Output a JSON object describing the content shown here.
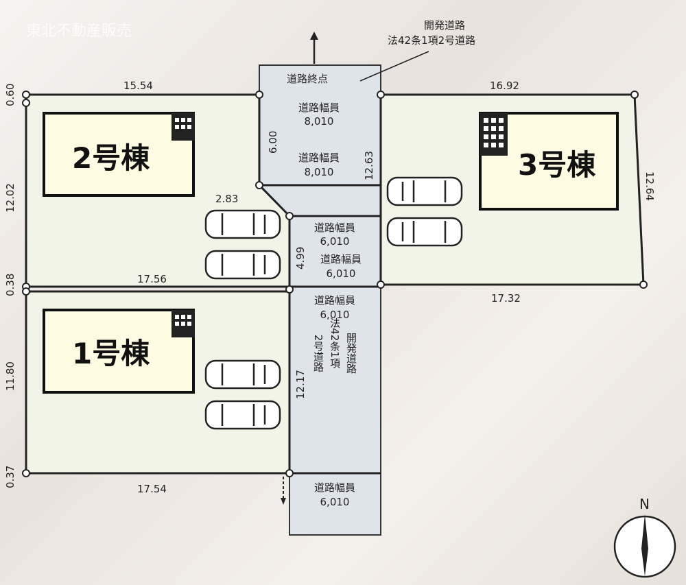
{
  "watermark": "東北不動産販売",
  "development_road_label": {
    "line1": "開発道路",
    "line2": "法42条1項2号道路"
  },
  "road_end": "道路終点",
  "road_widths": [
    {
      "label": "道路幅員",
      "value": "8,010"
    },
    {
      "label": "道路幅員",
      "value": "8,010"
    },
    {
      "label": "道路幅員",
      "value": "6,010"
    },
    {
      "label": "道路幅員",
      "value": "6,010"
    },
    {
      "label": "道路幅員",
      "value": "6,010"
    },
    {
      "label": "道路幅員",
      "value": "6,010"
    }
  ],
  "road_vertical_label": {
    "col1": "開発道路",
    "col2": "法42条1項",
    "col3": "2号道路"
  },
  "buildings": [
    {
      "name": "2号棟"
    },
    {
      "name": "3号棟"
    },
    {
      "name": "1号棟"
    }
  ],
  "dimensions": {
    "lot2_top": "15.54",
    "lot2_left": "12.02",
    "lot2_bottom": "17.56",
    "lot3_top": "16.92",
    "lot3_right": "12.64",
    "lot3_bottom": "17.32",
    "lot1_left": "11.80",
    "lot1_bottom": "17.54",
    "corner_top": "0.60",
    "corner_mid": "0.38",
    "corner_bottom": "0.37",
    "road_6": "6.00",
    "road_1263": "12.63",
    "diag": "2.83",
    "road_499": "4.99",
    "road_1217": "12.17"
  },
  "compass": "N"
}
